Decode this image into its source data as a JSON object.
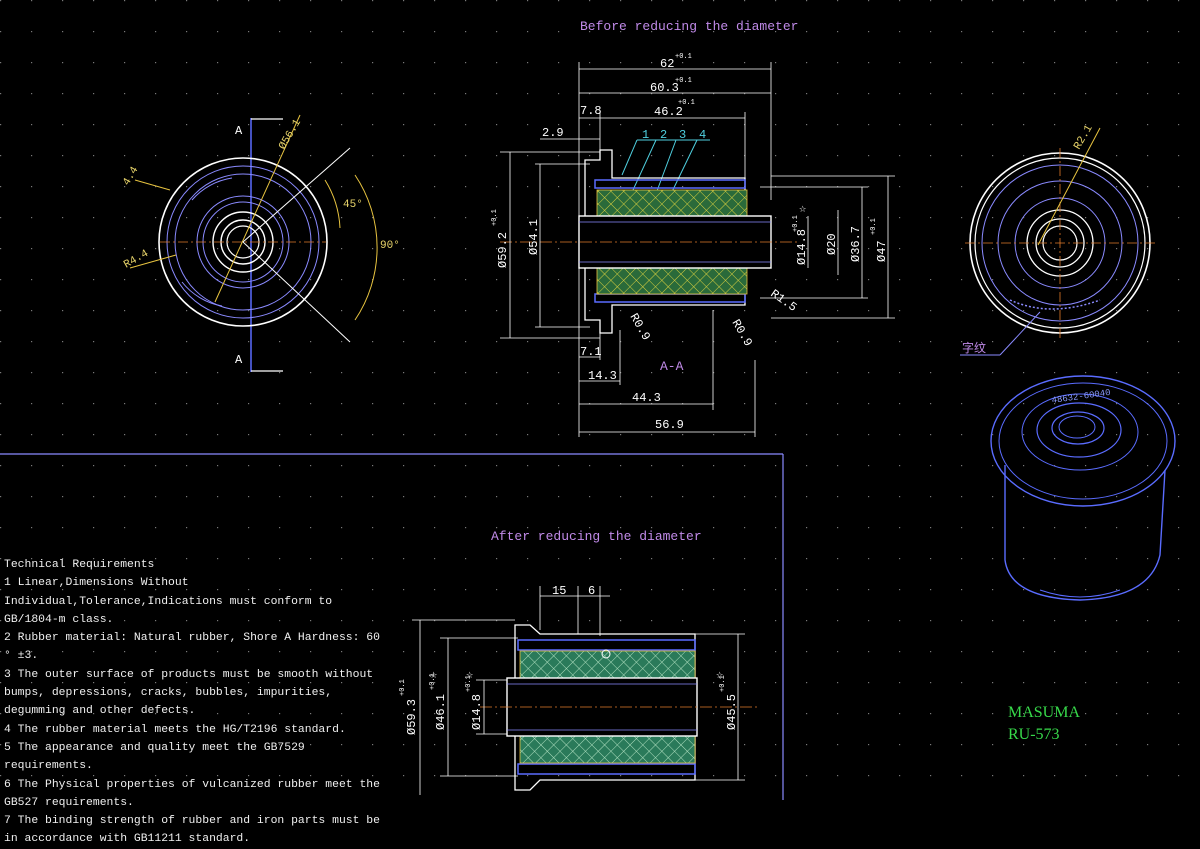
{
  "titles": {
    "before": "Before reducing the diameter",
    "after": "After reducing the diameter"
  },
  "section_labels": {
    "section_a_top": "A",
    "section_a_bottom": "A",
    "section_view": "A-A"
  },
  "front_view": {
    "dia_outer": "Ø56.1",
    "dim_left": "4.4",
    "radius": "R4.4",
    "angle_45": "45°",
    "angle_90": "90°"
  },
  "section_before": {
    "top_dims": [
      "62",
      "60.3",
      "46.2"
    ],
    "tolerance": "+0.1",
    "tolerance_base": "0",
    "dim_7_8": "7.8",
    "dim_2_9": "2.9",
    "callouts": [
      "1",
      "2",
      "3",
      "4"
    ],
    "left_dia_1": "Ø59.2",
    "left_dia_2": "Ø54.1",
    "right_dia_1": "Ø14.8",
    "right_dia_2": "Ø20",
    "right_dia_3": "Ø36.7",
    "right_dia_4": "Ø47",
    "r1_5": "R1.5",
    "r0_9a": "R0.9",
    "r0_9b": "R0.9",
    "dim_7_1": "7.1",
    "dim_14_3": "14.3",
    "dim_44_3": "44.3",
    "dim_56_9": "56.9"
  },
  "side_view": {
    "radius": "R2.1",
    "text_label": "字纹"
  },
  "iso_view": {
    "engraving": "48632-60040"
  },
  "section_after": {
    "dim_15": "15",
    "dim_6": "6",
    "left_dia_1": "Ø59.3",
    "left_dia_2": "Ø46.1",
    "left_dia_3": "Ø14.8",
    "right_dia": "Ø45.5",
    "tolerance": "+0.1",
    "tolerance_base": "0"
  },
  "requirements": {
    "heading": "Technical Requirements",
    "items": [
      "1 Linear,Dimensions Without Individual,Tolerance,Indications must conform to GB/1804-m class.",
      "2 Rubber material: Natural rubber, Shore A Hardness: 60 ° ±3.",
      "3 The outer surface of products must be smooth without bumps, depressions, cracks, bubbles, impurities, degumming and other defects.",
      "4 The rubber material meets the HG/T2196 standard.",
      "5 The appearance and quality meet the GB7529 requirements.",
      "6 The Physical properties of vulcanized rubber meet the GB527 requirements.",
      "7 The binding strength of rubber and iron parts must be in accordance with GB11211 standard."
    ]
  },
  "brand": {
    "name": "MASUMA",
    "model": "RU-573"
  },
  "colors": {
    "background": "#000000",
    "outline": "#ffffff",
    "dimension": "#e8c440",
    "metal_blue": "#5a6cff",
    "rubber_green": "#2f8a55",
    "rubber_hatch": "#d8d040",
    "text_purple": "#c08ae8",
    "brand_green": "#37d84a",
    "callout_cyan": "#4fd0e0",
    "centerline": "#e07a2a",
    "grid_dot": "#7a7a7a"
  }
}
